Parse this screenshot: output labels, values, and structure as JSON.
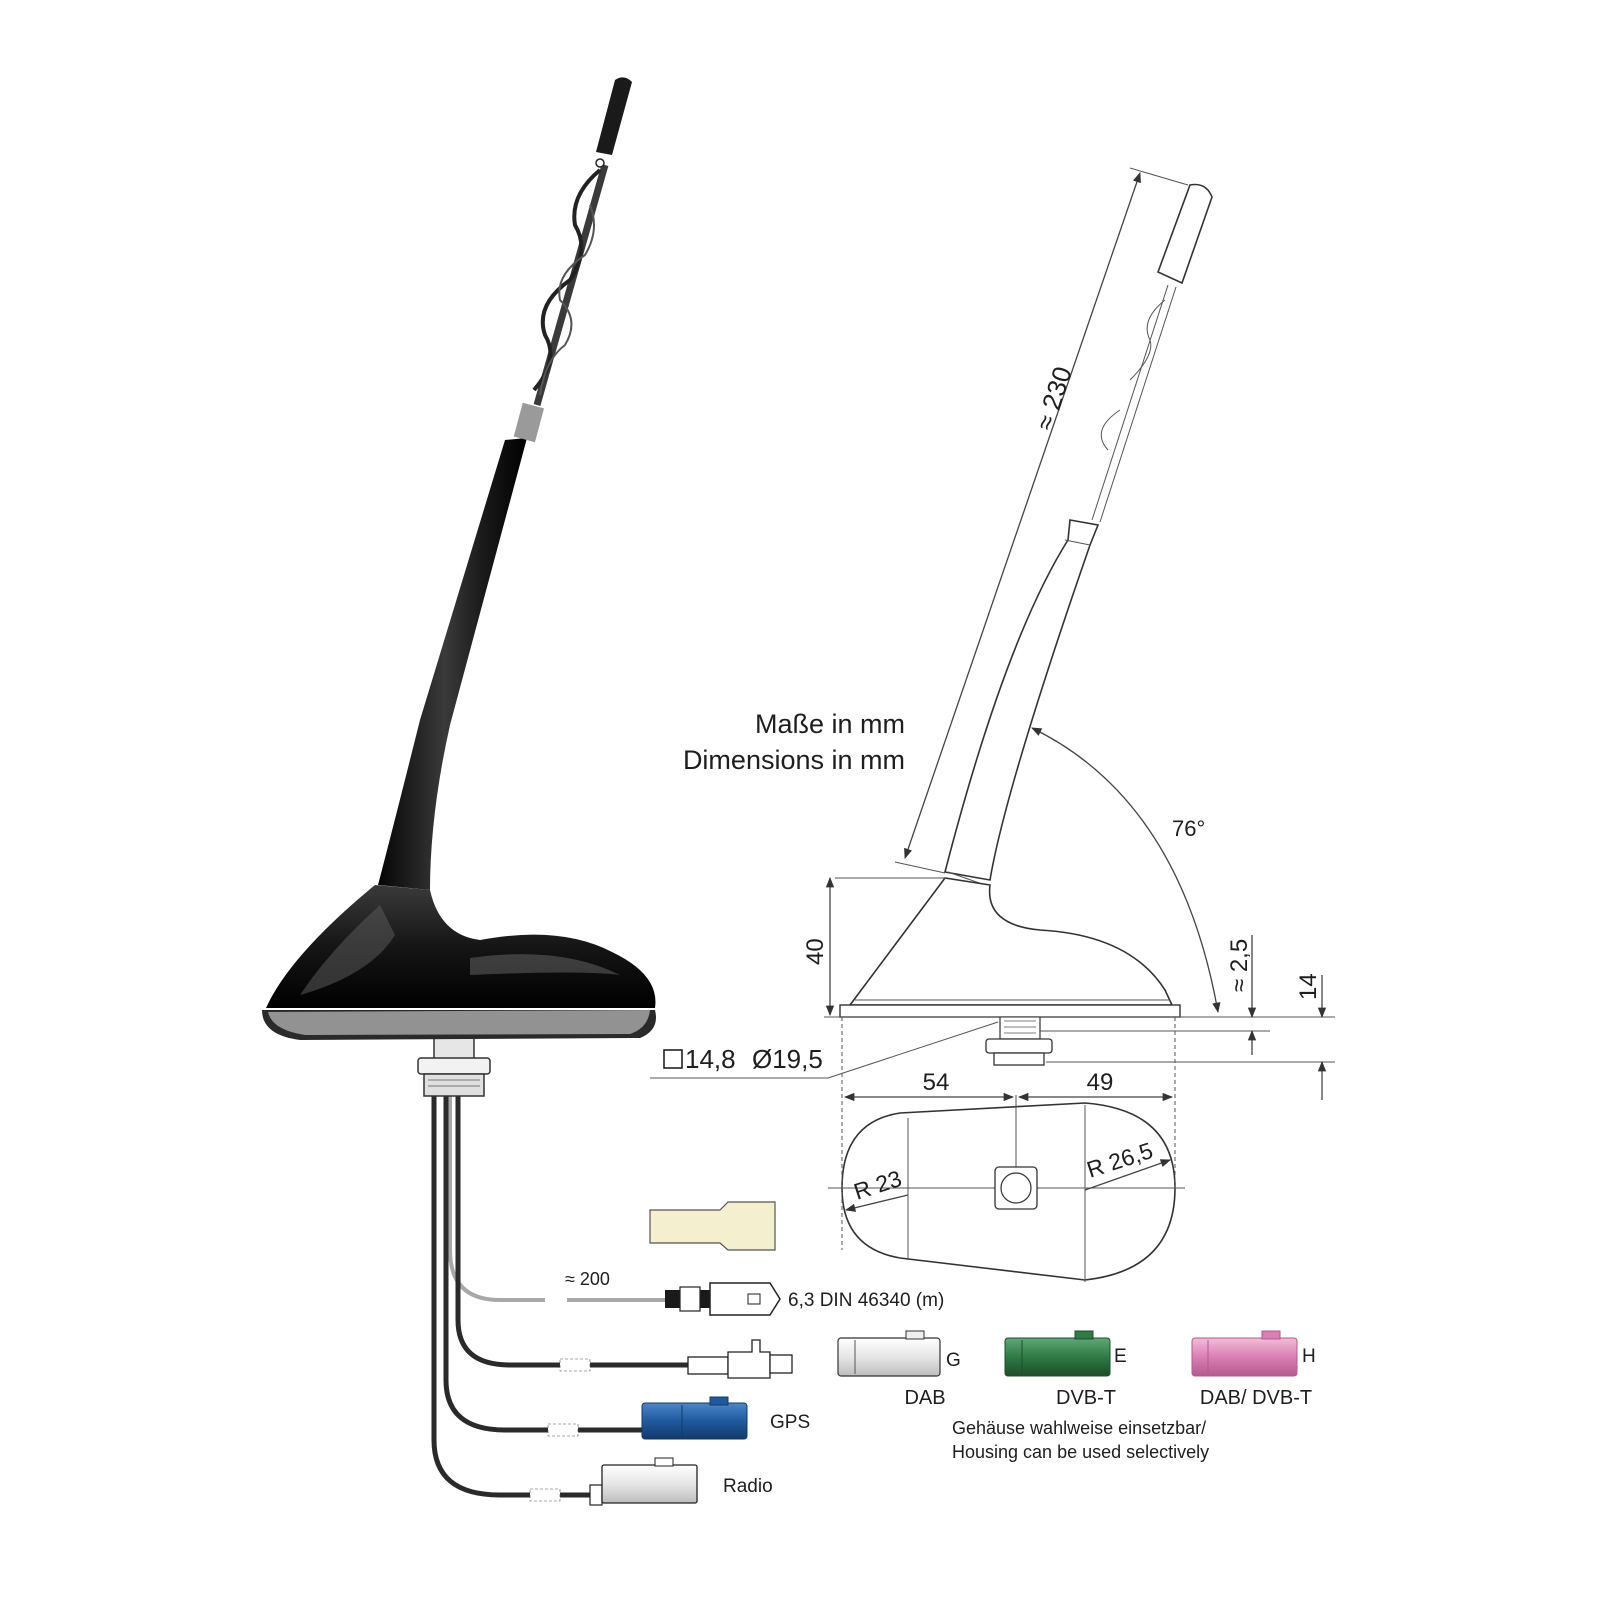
{
  "labels": {
    "units_de": "Maße in mm",
    "units_en": "Dimensions in mm",
    "length": "≈ 230",
    "angle": "76°",
    "height_40": "40",
    "offset_2_5": "≈ 2,5",
    "height_14": "14",
    "square": "14,8",
    "diameter": "Ø19,5",
    "width_left": "54",
    "width_right": "49",
    "radius_left": "R 23",
    "radius_right": "R 26,5",
    "cable_length": "≈ 200",
    "flat_plug": "6,3 DIN 46340 (m)",
    "gps": "GPS",
    "radio": "Radio",
    "dab": "DAB",
    "dvbt": "DVB-T",
    "dab_dvbt": "DAB/ DVB-T",
    "code_g": "G",
    "code_e": "E",
    "code_h": "H",
    "housing_note_de": "Gehäuse wahlweise einsetzbar/",
    "housing_note_en": "Housing can be used selectively"
  },
  "colors": {
    "antenna": "#151515",
    "gps_connector": "#1f5a9e",
    "dvbt_connector": "#2f7a45",
    "dab_dvbt_connector": "#d97fb3",
    "dab_connector": "#e8e8e8",
    "radio_connector": "#eeeeee",
    "sleeve": "#f4efcf",
    "cable": "#2a2a2a",
    "power_cable": "#9a9a9a"
  }
}
